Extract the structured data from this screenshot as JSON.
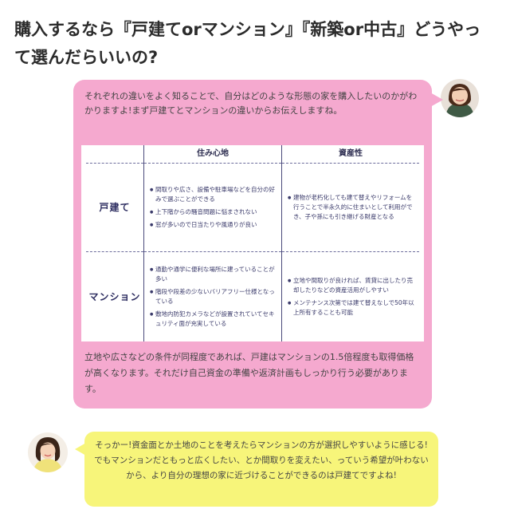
{
  "heading": {
    "line1": "購入するなら『戸建てorマンション』『新築or中古』どうやっ",
    "line2": "て選んだらいいの?"
  },
  "advisor": {
    "intro": "それぞれの違いをよく知ることで、自分はどのような形態の家を購入したいのかがわかりますよ!まず戸建てとマンションの違いからお伝えしますね。",
    "summary": "立地や広さなどの条件が同程度であれば、戸建はマンションの1.5倍程度も取得価格が高くなります。それだけ自己資金の準備や返済計画もしっかり行う必要があります。",
    "avatar": "advisor-avatar"
  },
  "table": {
    "headers": [
      "",
      "住み心地",
      "資産性"
    ],
    "rows": [
      {
        "label": "戸建て",
        "comfort": [
          "間取りや広さ、設備や駐車場などを自分の好みで選ぶことができる",
          "上下階からの騒音問題に悩まされない",
          "窓が多いので日当たりや風通りが良い"
        ],
        "asset": [
          "建物が老朽化しても建て替えやリフォームを行うことで半永久的に住まいとして利用ができ、子や孫にも引き継げる財産となる"
        ]
      },
      {
        "label": "マンション",
        "comfort": [
          "通勤や通学に便利な場所に建っていることが多い",
          "階段や段差の少ないバリアフリー仕様となっている",
          "敷地内防犯カメラなどが設置されていてセキュリティ面が充実している"
        ],
        "asset": [
          "立地や間取りが良ければ、賃貸に出したり売却したりなどの資産活用がしやすい",
          "メンテナンス次第では建て替えなしで50年以上所有することも可能"
        ]
      }
    ]
  },
  "user": {
    "reply": "そっかー!資金面とか土地のことを考えたらマンションの方が選択しやすいように感じる!でもマンションだともっと広くしたい、とか間取りを変えたい、っていう希望が叶わないから、より自分の理想の家に近づけることができるのは戸建てですよね!",
    "avatar": "user-avatar"
  },
  "colors": {
    "advisor_bubble": "#f5a9cf",
    "user_bubble": "#f7f57a",
    "table_ink": "#3b3b6b"
  }
}
